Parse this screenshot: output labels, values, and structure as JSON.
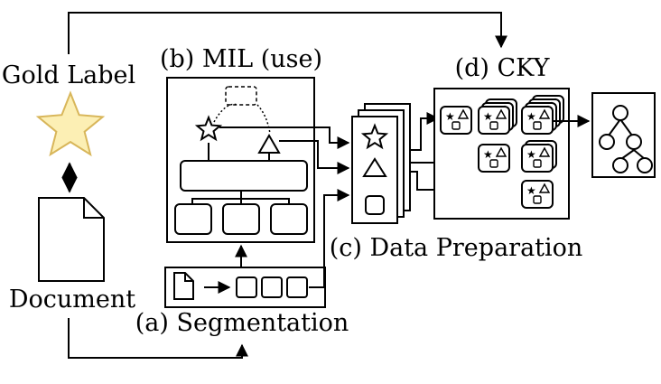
{
  "labels": {
    "gold_label": "Gold Label",
    "document": "Document",
    "segmentation": "(a) Segmentation",
    "mil": "(b) MIL (use)",
    "data_preparation": "(c) Data Preparation",
    "cky": "(d) CKY"
  },
  "colors": {
    "stroke": "#000000",
    "star_fill": "#fcefb4",
    "star_stroke": "#d8b65a",
    "background": "#ffffff"
  },
  "icons": [
    "star-icon",
    "document-icon",
    "triangle-icon",
    "square-icon",
    "tree-icon"
  ]
}
